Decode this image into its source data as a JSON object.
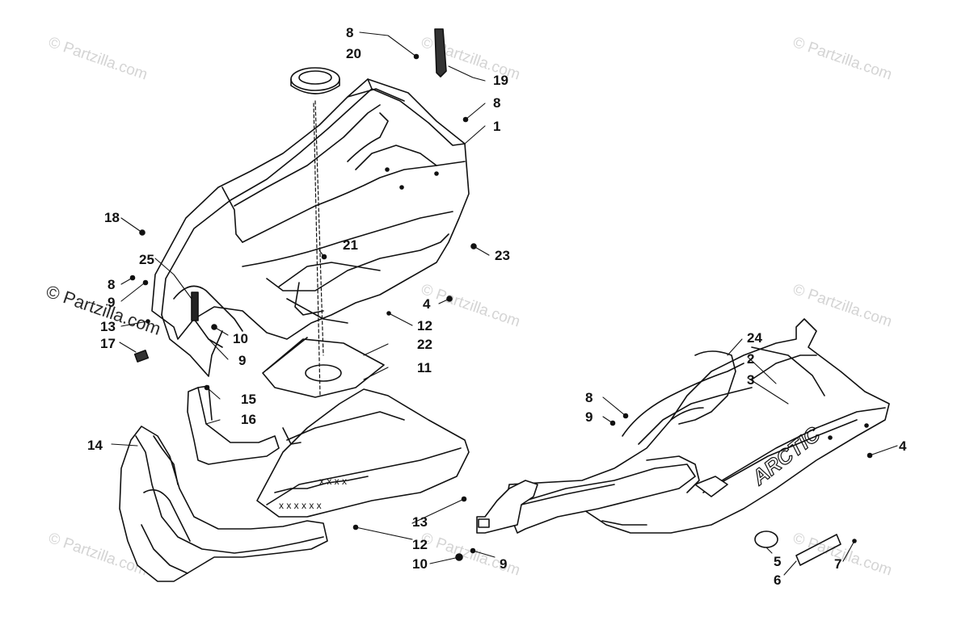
{
  "watermark": {
    "text": "© Partzilla.com"
  },
  "callouts": [
    {
      "id": "c1",
      "label": "1"
    },
    {
      "id": "c2",
      "label": "2"
    },
    {
      "id": "c3",
      "label": "3"
    },
    {
      "id": "c4a",
      "label": "4"
    },
    {
      "id": "c4b",
      "label": "4"
    },
    {
      "id": "c5",
      "label": "5"
    },
    {
      "id": "c6",
      "label": "6"
    },
    {
      "id": "c7",
      "label": "7"
    },
    {
      "id": "c8a",
      "label": "8"
    },
    {
      "id": "c8b",
      "label": "8"
    },
    {
      "id": "c8c",
      "label": "8"
    },
    {
      "id": "c8d",
      "label": "8"
    },
    {
      "id": "c9a",
      "label": "9"
    },
    {
      "id": "c9b",
      "label": "9"
    },
    {
      "id": "c9c",
      "label": "9"
    },
    {
      "id": "c9d",
      "label": "9"
    },
    {
      "id": "c10a",
      "label": "10"
    },
    {
      "id": "c10b",
      "label": "10"
    },
    {
      "id": "c11",
      "label": "11"
    },
    {
      "id": "c12a",
      "label": "12"
    },
    {
      "id": "c12b",
      "label": "12"
    },
    {
      "id": "c13a",
      "label": "13"
    },
    {
      "id": "c13b",
      "label": "13"
    },
    {
      "id": "c14",
      "label": "14"
    },
    {
      "id": "c15",
      "label": "15"
    },
    {
      "id": "c16",
      "label": "16"
    },
    {
      "id": "c17",
      "label": "17"
    },
    {
      "id": "c18",
      "label": "18"
    },
    {
      "id": "c19",
      "label": "19"
    },
    {
      "id": "c20",
      "label": "20"
    },
    {
      "id": "c21",
      "label": "21"
    },
    {
      "id": "c22",
      "label": "22"
    },
    {
      "id": "c23",
      "label": "23"
    },
    {
      "id": "c24",
      "label": "24"
    },
    {
      "id": "c25",
      "label": "25"
    }
  ],
  "decal_text": "ARCTIC"
}
